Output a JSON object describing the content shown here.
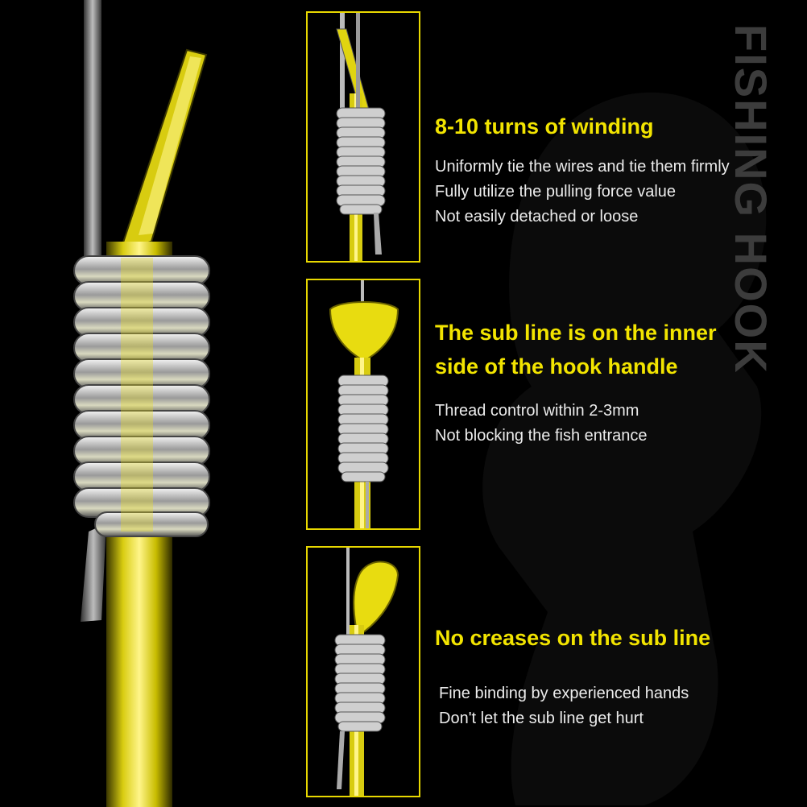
{
  "watermark": "FISHING HOOK",
  "sections": [
    {
      "heading": "8-10 turns of winding",
      "lines": [
        "Uniformly tie the wires and tie them firmly",
        "Fully utilize the pulling force value",
        "Not easily detached or loose"
      ]
    },
    {
      "heading_line1": "The sub line is on the inner",
      "heading_line2": "side of the hook handle",
      "lines": [
        "Thread control within 2-3mm",
        "Not blocking the fish entrance"
      ]
    },
    {
      "heading": "No creases on the sub line",
      "lines": [
        "Fine binding by experienced hands",
        "Don't let the sub line get hurt"
      ]
    }
  ],
  "colors": {
    "accent_yellow": "#f2e400",
    "panel_border": "#e8d800",
    "background": "#000000",
    "coil_silver": "#c8c8c8"
  }
}
